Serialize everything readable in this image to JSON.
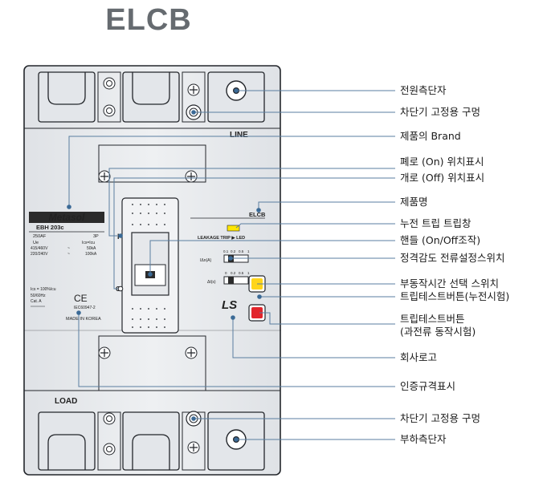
{
  "title": "ELCB",
  "device": {
    "line_label": "LINE",
    "load_label": "LOAD",
    "elcb_label": "ELCB",
    "brand": "Metasol",
    "model": "EBH 203c",
    "frame": "250AF",
    "poles": "3P",
    "ue": "Ue",
    "ics_icu": "Ics=Icu",
    "rating1_v": "415/460V",
    "rating1_sep": "~",
    "rating1_ka": "50kA",
    "rating2_v": "220/240V",
    "rating2_sep": "~",
    "rating2_ka": "100kA",
    "ics_note": "Ics = 100%Icu",
    "freq": "50/60Hz",
    "cat": "Cat. A",
    "ce": "CE",
    "standard": "IEC60947-2",
    "made_in": "MADE IN KOREA",
    "leakage_text": "LEAKAGE  TRIP ▶ LED",
    "on_mark": "I",
    "off_mark": "O",
    "sens_scale": [
      "0.1",
      "0.2",
      "0.5",
      "1"
    ],
    "sens_label": "IΔn(A)",
    "time_scale": [
      "0",
      "0.2",
      "0.5",
      "1"
    ],
    "time_label": "Δt(s)",
    "logo": "LS"
  },
  "callouts": [
    {
      "text": "전원측단자"
    },
    {
      "text": "차단기 고정용 구멍"
    },
    {
      "text": "제품의 Brand"
    },
    {
      "text": "폐로 (On) 위치표시"
    },
    {
      "text": "개로 (Off) 위치표시"
    },
    {
      "text": "제품명"
    },
    {
      "text": "누전 트립 트립창"
    },
    {
      "text": "핸들 (On/Off조작)"
    },
    {
      "text": "정격감도 전류설정스위치"
    },
    {
      "text": "부동작시간 선택 스위치"
    },
    {
      "text": "트립테스트버튼(누전시험)"
    },
    {
      "text": "트립테스트버튼"
    },
    {
      "text": "(과전류 동작시험)"
    },
    {
      "text": "회사로고"
    },
    {
      "text": "인증규격표시"
    },
    {
      "text": "차단기 고정용 구멍"
    },
    {
      "text": "부하측단자"
    }
  ],
  "colors": {
    "body": "#e9ebee",
    "outline": "#23262b",
    "leader": "#5a7ea0",
    "led": "#ffe600",
    "test_yellow": "#ffd51a",
    "test_red": "#e2242b",
    "nameplate_dark": "#2b2b2b"
  }
}
